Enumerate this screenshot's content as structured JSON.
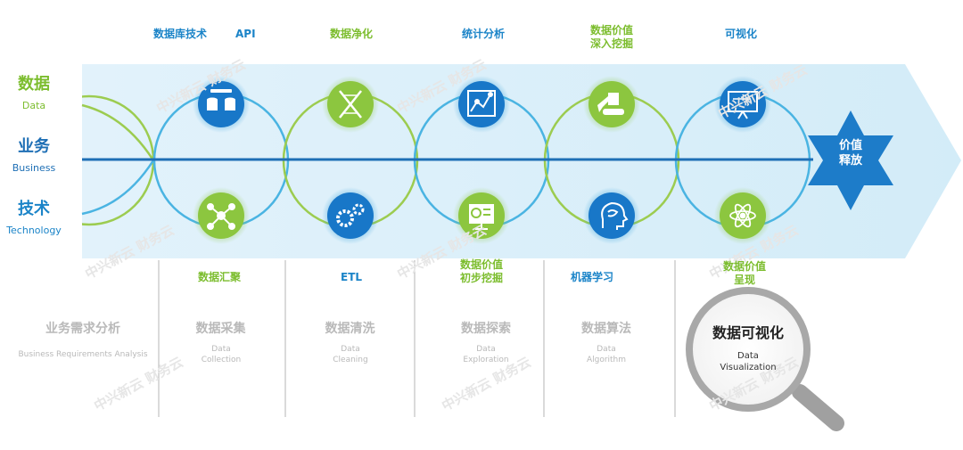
{
  "top_labels": {
    "database_tech": "数据库技术",
    "api": "API",
    "data_purification": "数据净化",
    "statistical_analysis": "统计分析",
    "value_mining_1": "数据价值",
    "value_mining_2": "深入挖掘",
    "visualization": "可视化"
  },
  "bottom_labels": {
    "aggregation": "数据汇聚",
    "etl": "ETL",
    "value_initial_1": "数据价值",
    "value_initial_2": "初步挖掘",
    "machine_learning": "机器学习",
    "value_present_1": "数据价值",
    "value_present_2": "呈现"
  },
  "side_labels": {
    "data_cn": "数据",
    "data_en": "Data",
    "business_cn": "业务",
    "business_en": "Business",
    "tech_cn": "技术",
    "tech_en": "Technology"
  },
  "stages": [
    {
      "cn": "业务需求分析",
      "en": "Business Requirements Analysis"
    },
    {
      "cn": "数据采集",
      "en": "Data Collection"
    },
    {
      "cn": "数据清洗",
      "en": "Data Cleaning"
    },
    {
      "cn": "数据探索",
      "en": "Data Exploration"
    },
    {
      "cn": "数据算法",
      "en": "Data Algorithm"
    }
  ],
  "focus": {
    "cn": "数据可视化",
    "en_1": "Data",
    "en_2": "Visualization"
  },
  "star": {
    "line1": "价值",
    "line2": "释放"
  },
  "watermark": "中兴新云 财务云",
  "colors": {
    "blue": "#1b84c8",
    "green": "#7cbd2e",
    "band": "#d9eef8",
    "axis": "#1e6fb5",
    "grey": "#b9b9b9"
  },
  "icons": {
    "top": [
      "database-icon",
      "dna-icon",
      "chart-icon",
      "excavator-icon",
      "presentation-icon"
    ],
    "bottom": [
      "network-icon",
      "gears-icon",
      "dashboard-icon",
      "brain-icon",
      "atom-icon"
    ]
  }
}
